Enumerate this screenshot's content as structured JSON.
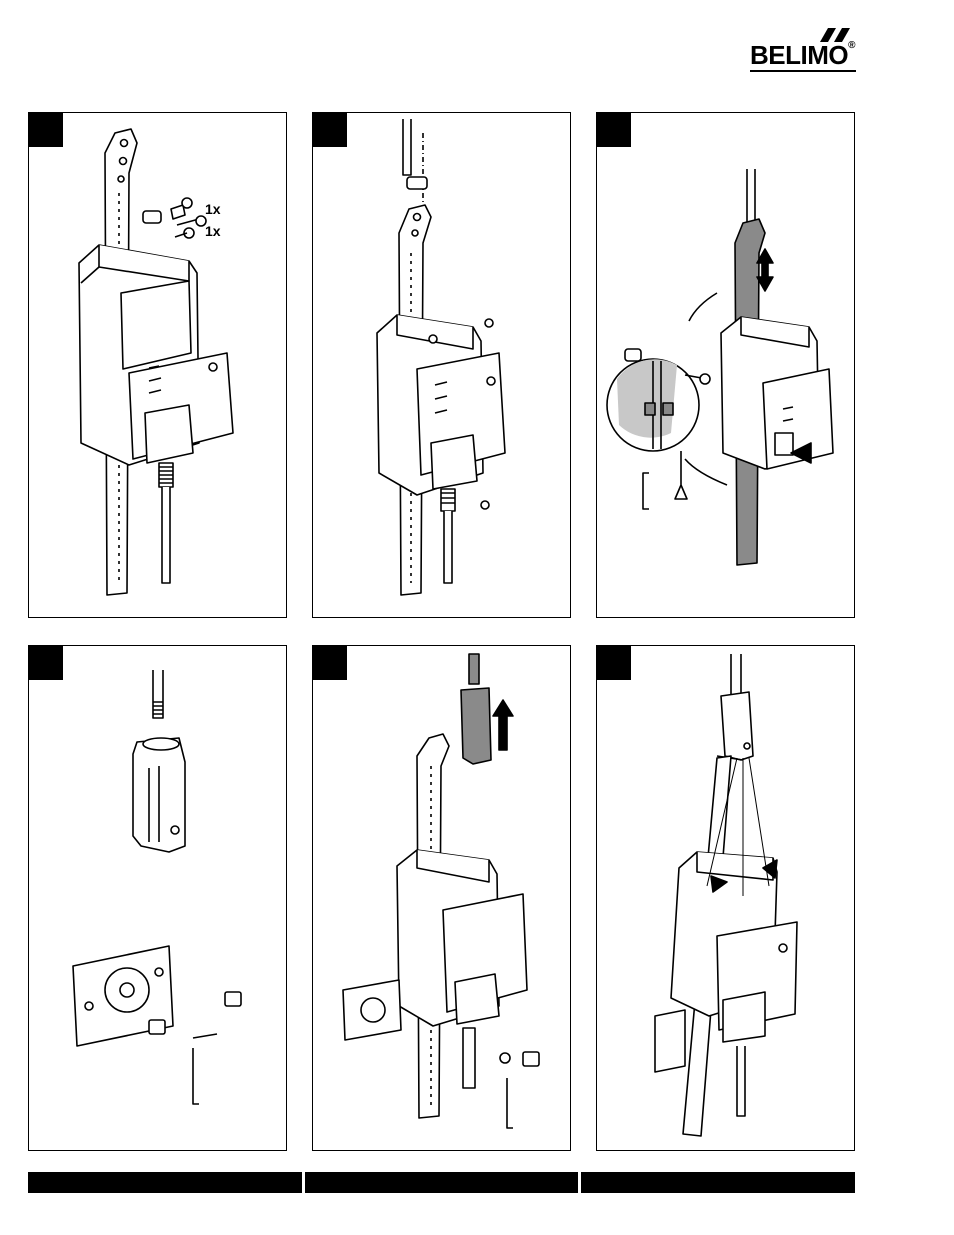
{
  "brand": {
    "name": "BELIMO",
    "trademark": "®"
  },
  "panels": [
    {
      "id": "panel-1",
      "labels": [
        "1x",
        "1x"
      ]
    },
    {
      "id": "panel-2",
      "labels": []
    },
    {
      "id": "panel-3",
      "labels": []
    },
    {
      "id": "panel-4",
      "labels": []
    },
    {
      "id": "panel-5",
      "labels": []
    },
    {
      "id": "panel-6",
      "labels": []
    }
  ],
  "colors": {
    "ink": "#000000",
    "paper": "#ffffff",
    "detail_grey": "#c8c8c8",
    "rod_grey": "#8a8a8a"
  }
}
